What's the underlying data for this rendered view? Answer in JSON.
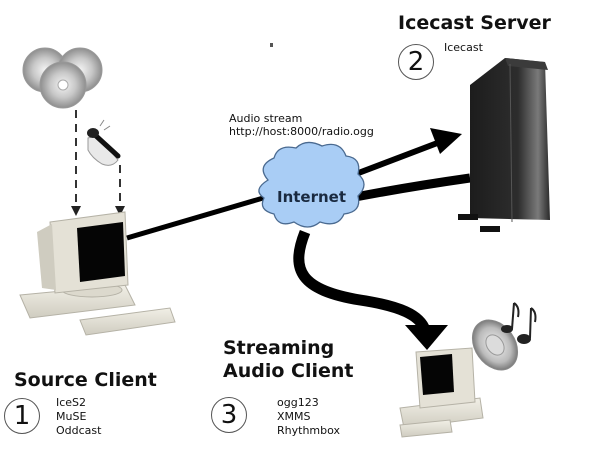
{
  "nodes": {
    "source_client": {
      "title": "Source Client",
      "number": "1",
      "items": [
        "IceS2",
        "MuSE",
        "Oddcast"
      ]
    },
    "icecast_server": {
      "title": "Icecast Server",
      "number": "2",
      "items": [
        "Icecast"
      ]
    },
    "streaming_client": {
      "title_line1": "Streaming",
      "title_line2": "Audio Client",
      "number": "3",
      "items": [
        "ogg123",
        "XMMS",
        "Rhythmbox"
      ]
    }
  },
  "network": {
    "cloud_label": "Internet",
    "stream_label": "Audio stream",
    "stream_url": "http://host:8000/radio.ogg"
  },
  "colors": {
    "cloud_fill": "#a9cdf5",
    "cloud_stroke": "#4a6a90",
    "connector": "#000000"
  }
}
